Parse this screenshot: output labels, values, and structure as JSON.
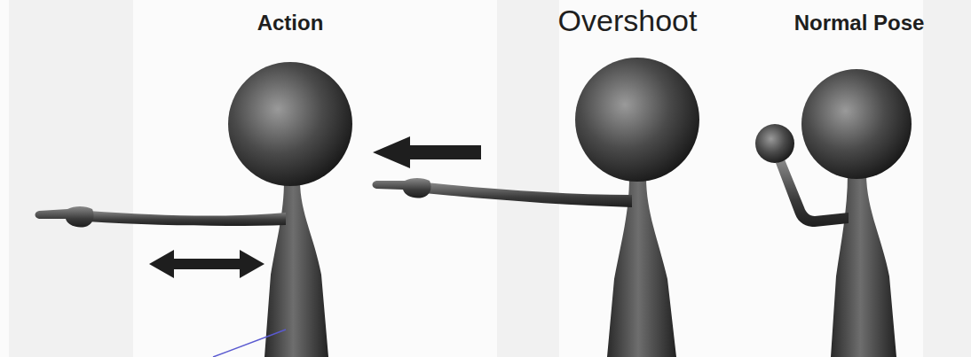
{
  "diagram": {
    "labels": [
      "Action",
      "Overshoot",
      "Normal Pose"
    ]
  }
}
